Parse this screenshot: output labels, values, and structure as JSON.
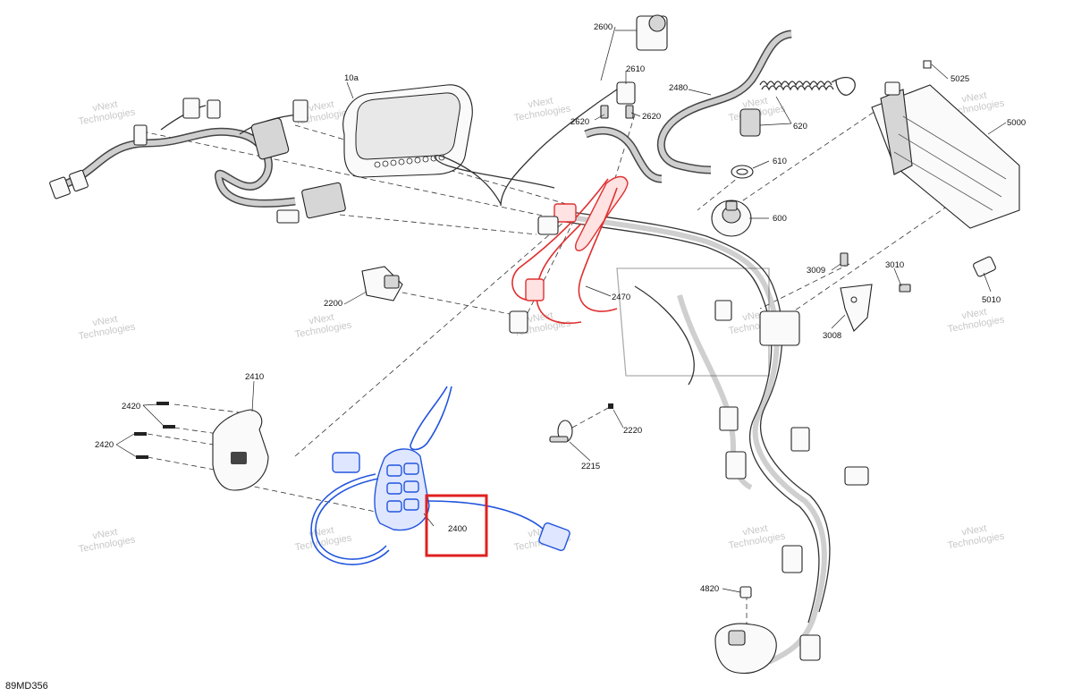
{
  "diagram_code": "89MD356",
  "watermark": {
    "line1": "vNext",
    "line2": "Technologies",
    "full": "vNext Technologies"
  },
  "highlight": {
    "part": "2400",
    "color": "#e02020"
  },
  "colors": {
    "harness_red": "#e03030",
    "harness_blue": "#2255dd"
  },
  "parts": [
    {
      "id": "p10a",
      "label": "10a"
    },
    {
      "id": "p2600",
      "label": "2600"
    },
    {
      "id": "p2610",
      "label": "2610"
    },
    {
      "id": "p2620a",
      "label": "2620"
    },
    {
      "id": "p2620b",
      "label": "2620"
    },
    {
      "id": "p2480",
      "label": "2480"
    },
    {
      "id": "p620",
      "label": "620"
    },
    {
      "id": "p610",
      "label": "610"
    },
    {
      "id": "p600",
      "label": "600"
    },
    {
      "id": "p5025",
      "label": "5025"
    },
    {
      "id": "p5000",
      "label": "5000"
    },
    {
      "id": "p5010",
      "label": "5010"
    },
    {
      "id": "p3009",
      "label": "3009"
    },
    {
      "id": "p3010",
      "label": "3010"
    },
    {
      "id": "p3008",
      "label": "3008"
    },
    {
      "id": "p2200",
      "label": "2200"
    },
    {
      "id": "p2470",
      "label": "2470"
    },
    {
      "id": "p2410",
      "label": "2410"
    },
    {
      "id": "p2420a",
      "label": "2420"
    },
    {
      "id": "p2420b",
      "label": "2420"
    },
    {
      "id": "p2220",
      "label": "2220"
    },
    {
      "id": "p2215",
      "label": "2215"
    },
    {
      "id": "p2400",
      "label": "2400"
    },
    {
      "id": "p4820",
      "label": "4820"
    }
  ]
}
